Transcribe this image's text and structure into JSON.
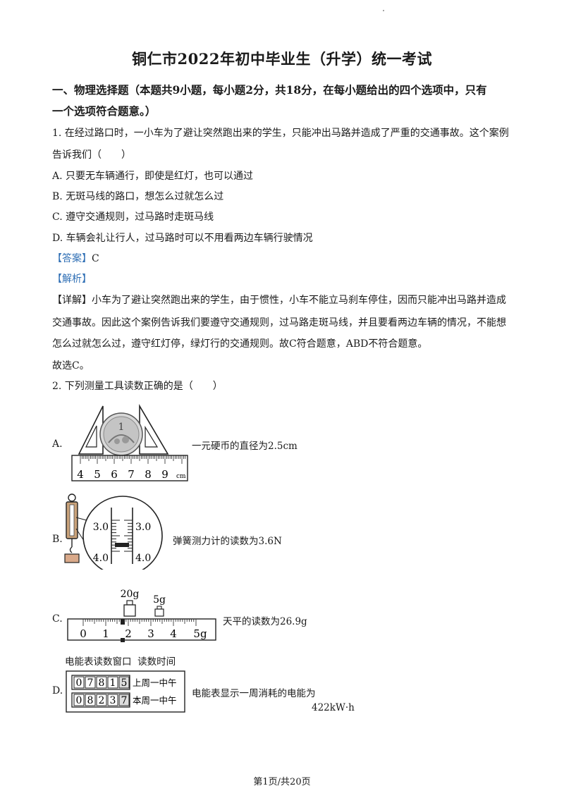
{
  "title": "铜仁市2022年初中毕业生（升学）统一考试",
  "section": {
    "line1": "一、物理选择题（本题共9小题，每小题2分，共18分，在每小题给出的四个选项中，只有",
    "line2": "一个选项符合题意。）"
  },
  "q1": {
    "stem1": "1. 在经过路口时，一小车为了避让突然跑出来的学生，只能冲出马路并造成了严重的交通事故。这个案例",
    "stem2": "告诉我们（　　）",
    "options": [
      "A. 只要无车辆通行，即使是红灯，也可以通过",
      "B. 无斑马线的路口，想怎么过就怎么过",
      "C. 遵守交通规则，过马路时走斑马线",
      "D. 车辆会礼让行人，过马路时可以不用看两边车辆行驶情况"
    ],
    "answer_tag": "【答案】",
    "answer": "C",
    "analysis_tag": "【解析】",
    "detail_tag": "【详解】",
    "detail1": "小车为了避让突然跑出来的学生，由于惯性，小车不能立马刹车停住，因而只能冲出马路并造成",
    "detail2": "交通事故。因此这个案例告诉我们要遵守交通规则，过马路走斑马线，并且要看两边车辆的情况，不能想",
    "detail3": "怎么过就怎么过，遵守红灯停，绿灯行的交通规则。故C符合题意，ABD不符合题意。",
    "conclusion": "故选C。"
  },
  "q2": {
    "stem": "2. 下列测量工具读数正确的是（　　）",
    "a": {
      "label": "A.",
      "caption": "一元硬币的直径为2.5cm",
      "ruler_numbers": [
        "4",
        "5",
        "6",
        "7",
        "8",
        "9"
      ],
      "ruler_unit": "cm",
      "coin_text": "1"
    },
    "b": {
      "label": "B.",
      "caption": "弹簧测力计的读数为3.6N",
      "scale_left_top": "3.0",
      "scale_right_top": "3.0",
      "scale_left_bottom": "4.0",
      "scale_right_bottom": "4.0"
    },
    "c": {
      "label": "C.",
      "caption": "天平的读数为26.9g",
      "weight1": "20g",
      "weight2": "5g",
      "scale_numbers": [
        "0",
        "1",
        "2",
        "3",
        "4",
        "5g"
      ]
    },
    "d": {
      "label": "D.",
      "header_left": "电能表读数窗口",
      "header_right": "读数时间",
      "row1_digits": [
        "0",
        "7",
        "8",
        "1",
        "5"
      ],
      "row1_time": "上周一中午",
      "row2_digits": [
        "0",
        "8",
        "2",
        "3",
        "7"
      ],
      "row2_time": "本周一中午",
      "caption": "电能表显示一周消耗的电能为",
      "caption_value": "422kW·h"
    }
  },
  "footer": "第1页/共20页"
}
